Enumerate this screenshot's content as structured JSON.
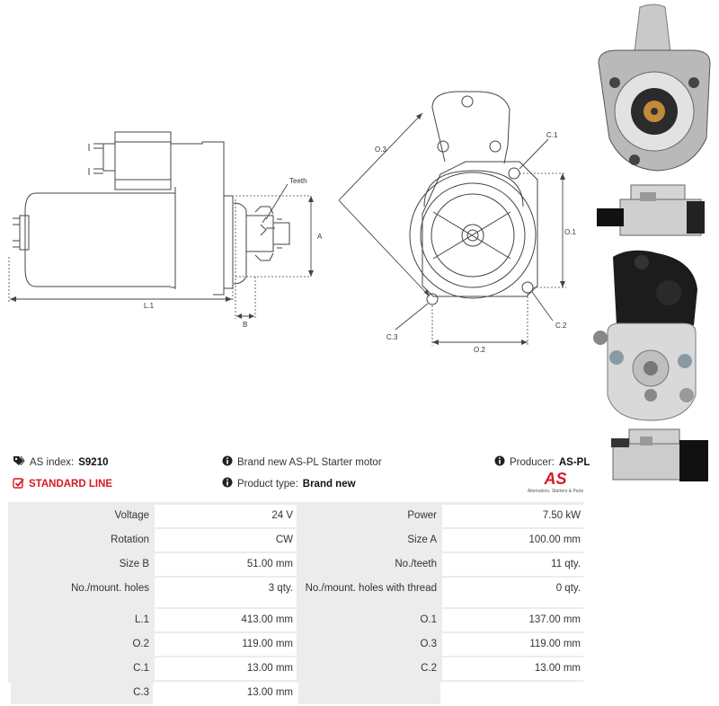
{
  "diagram": {
    "labels": {
      "teeth": "Teeth",
      "a": "A",
      "b": "B",
      "l1": "L.1",
      "o3": "O.3",
      "c1": "C.1",
      "o1": "O.1",
      "c2": "C.2",
      "c3": "C.3",
      "o2": "O.2"
    }
  },
  "info": {
    "as_index_label": "AS index:",
    "as_index_value": "S9210",
    "standard_line": "STANDARD LINE",
    "description": "Brand new AS-PL Starter motor",
    "product_type_label": "Product type:",
    "product_type_value": "Brand new",
    "producer_label": "Producer:",
    "producer_value": "AS-PL",
    "logo_text": "AS",
    "logo_tagline": "Alternators, Starters & Parts"
  },
  "specs": [
    [
      "Voltage",
      "24 V",
      "Power",
      "7.50 kW"
    ],
    [
      "Rotation",
      "CW",
      "Size A",
      "100.00 mm"
    ],
    [
      "Size B",
      "51.00 mm",
      "No./teeth",
      "11 qty."
    ],
    [
      "No./mount. holes",
      "3 qty.",
      "No./mount. holes with thread",
      "0 qty."
    ],
    [
      "L.1",
      "413.00 mm",
      "O.1",
      "137.00 mm"
    ],
    [
      "O.2",
      "119.00 mm",
      "O.3",
      "119.00 mm"
    ],
    [
      "C.1",
      "13.00 mm",
      "C.2",
      "13.00 mm"
    ],
    [
      "C.3",
      "13.00 mm",
      "",
      ""
    ]
  ],
  "colors": {
    "accent_red": "#d71920",
    "label_bg": "#ececec"
  }
}
